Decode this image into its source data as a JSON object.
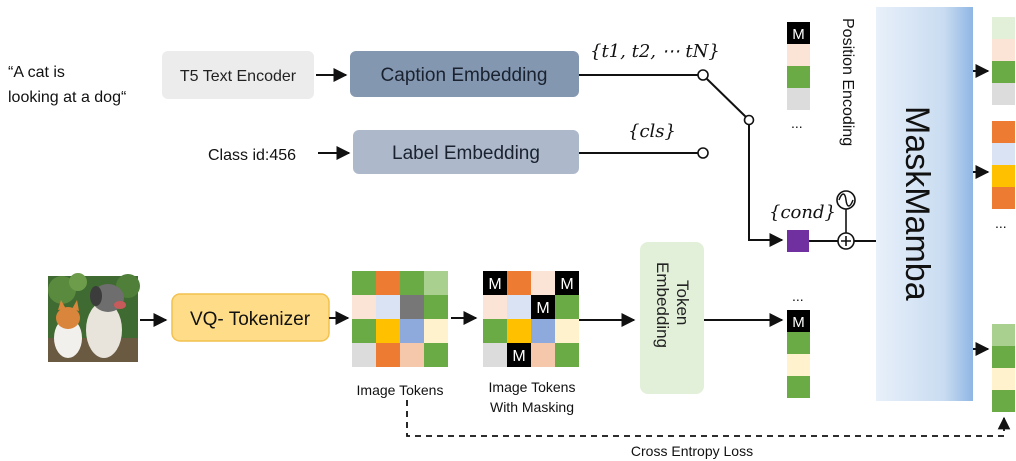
{
  "prompt_line1": "“A cat is",
  "prompt_line2": "looking at a dog“",
  "class_id": "Class id:456",
  "t5_encoder": "T5 Text Encoder",
  "caption_embedding": "Caption Embedding",
  "label_embedding": "Label Embedding",
  "caption_tokens": "{t1, t2, ⋯ tN}",
  "cls_token": "{cls}",
  "cond_token": "{cond}",
  "position_encoding": "Position Encoding",
  "maskmamba": "MaskMamba",
  "vq_tokenizer": "VQ- Tokenizer",
  "image_tokens": "Image Tokens",
  "image_tokens_masked_line1": "Image Tokens",
  "image_tokens_masked_line2": "With Masking",
  "token_embedding_line1": "Token",
  "token_embedding_line2": "Embedding",
  "mask_letter": "M",
  "ellipsis": "...",
  "ellipsis_mid": "…",
  "cross_entropy_loss": "Cross Entropy Loss",
  "colors": {
    "green": "#6aab46",
    "orange": "#ee7b32",
    "peach": "#f6c8ab",
    "light_peach": "#fbe3d6",
    "gray": "#dcdcdc",
    "dark_gray": "#777777",
    "light_green": "#a9d08e",
    "yellow": "#ffc000",
    "blue": "#8ea9db",
    "cream": "#fff2cc",
    "light_blue": "#dae3f3",
    "purple": "#7030a0",
    "caption_box": "#8497b0",
    "label_box": "#adb9ca",
    "t5_box": "#ececec",
    "vq_fill": "#ffdd88",
    "vq_stroke": "#f2c14e",
    "token_emb_box": "#e2f0d9"
  }
}
